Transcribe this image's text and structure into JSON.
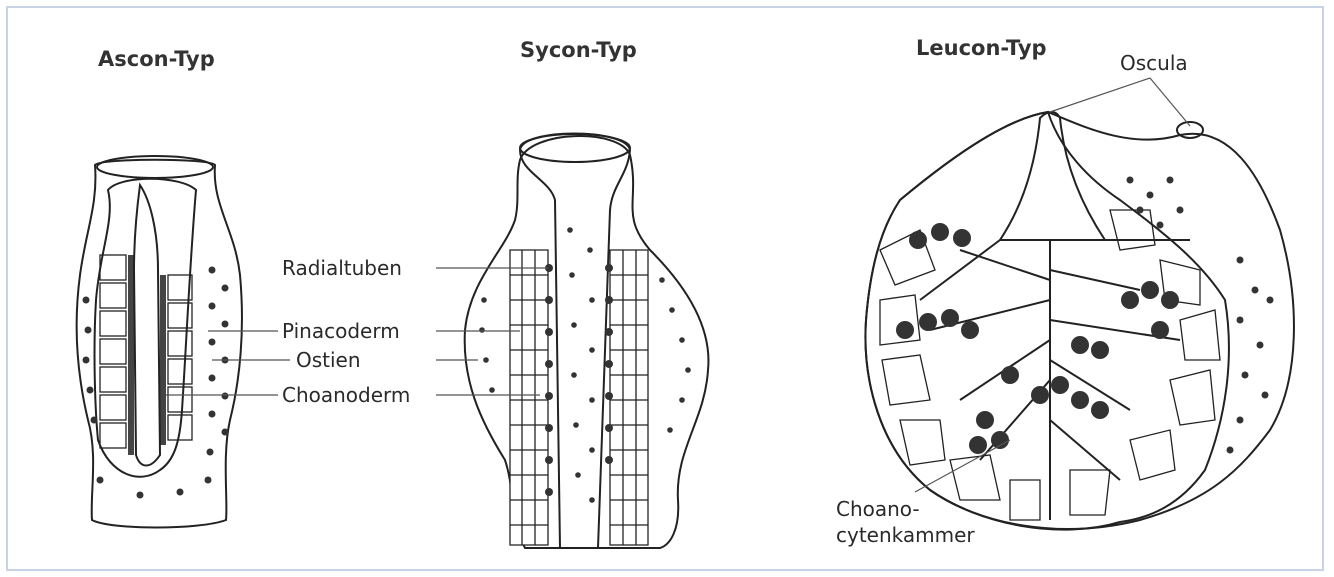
{
  "titles": {
    "ascon": "Ascon-Typ",
    "sycon": "Sycon-Typ",
    "leucon": "Leucon-Typ"
  },
  "labels": {
    "radialtuben": "Radialtuben",
    "pinacoderm": "Pinacoderm",
    "ostien": "Ostien",
    "choanoderm": "Choanoderm",
    "oscula": "Oscula",
    "choanocytenkammer_line1": "Choano-",
    "choanocytenkammer_line2": "cytenkammer"
  }
}
